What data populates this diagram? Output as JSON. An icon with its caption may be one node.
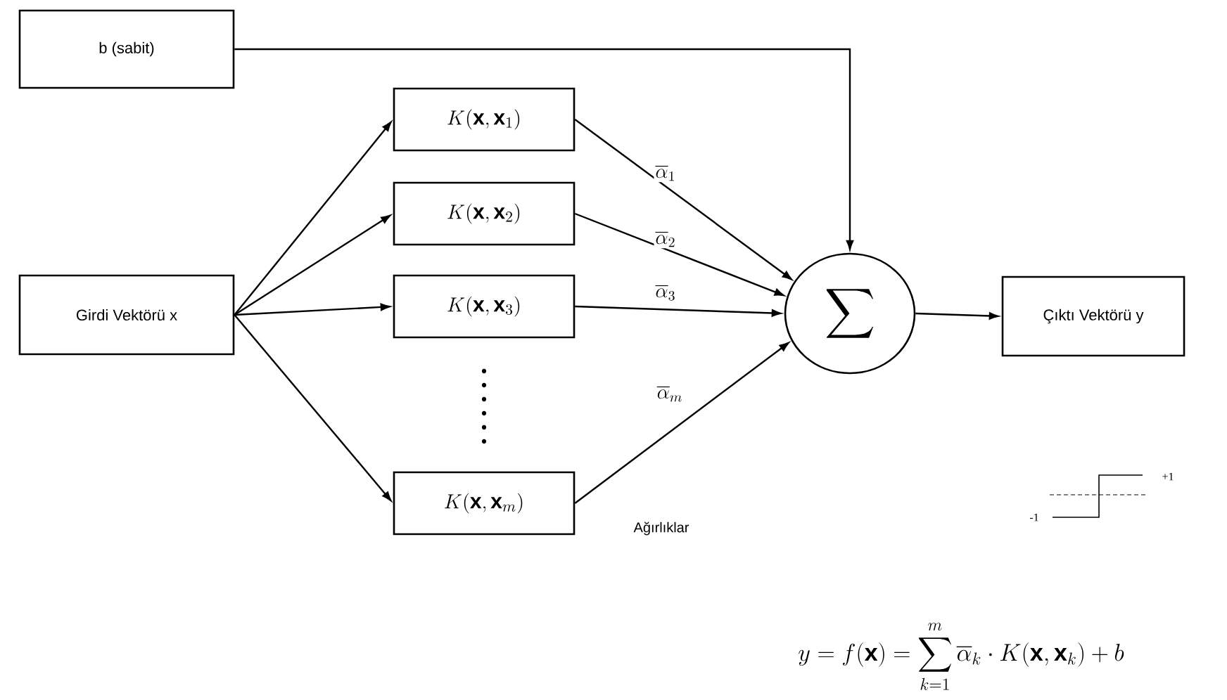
{
  "diagram": {
    "nodes": [
      {
        "text": [
          "b (sabit)"
        ]
      },
      {
        "text": [
          "Girdi Vektörü x"
        ]
      },
      {
        "text": [
          "K(\\mathbf{x}, \\mathbf{x}_{1})"
        ]
      },
      {
        "text": [
          "K(\\mathbf{x}, \\mathbf{x}_{2})"
        ]
      },
      {
        "text": [
          "K(\\mathbf{x}, \\mathbf{x}_{3})"
        ]
      },
      {
        "text": [
          "K(\\mathbf{x}, \\mathbf{x}_{m})"
        ]
      },
      {
        "text": [
          "\\sum"
        ]
      },
      {
        "text": [
          "Çıktı Vektörü y"
        ]
      }
    ],
    "edges": [
      {
        "from": 0,
        "to": 6,
        "arrow": "to"
      },
      {
        "from": 1,
        "to": 2,
        "arrow": "to"
      },
      {
        "from": 1,
        "to": 3,
        "arrow": "to"
      },
      {
        "from": 1,
        "to": 4,
        "arrow": "to"
      },
      {
        "from": 1,
        "to": 5,
        "arrow": "to"
      },
      {
        "from": 2,
        "to": 6,
        "arrow": "to",
        "label": "\\overline{\\alpha}_{1}"
      },
      {
        "from": 3,
        "to": 6,
        "arrow": "to",
        "label": "\\overline{\\alpha}_{2}"
      },
      {
        "from": 4,
        "to": 6,
        "arrow": "to",
        "label": "\\overline{\\alpha}_{3}"
      },
      {
        "from": 5,
        "to": 6,
        "arrow": "to",
        "label": "\\overline{\\alpha}_{m}"
      },
      {
        "from": 6,
        "to": 7,
        "arrow": "to"
      }
    ],
    "labels": [
      "Ağırlıklar",
      "+1",
      "-1",
      "y = f(\\mathbf{x}) = \\sum_{k=1}^{m} \\overline{\\alpha}_{k} \\cdot K(\\mathbf{x}, \\mathbf{x}_{k}) + b"
    ]
  }
}
